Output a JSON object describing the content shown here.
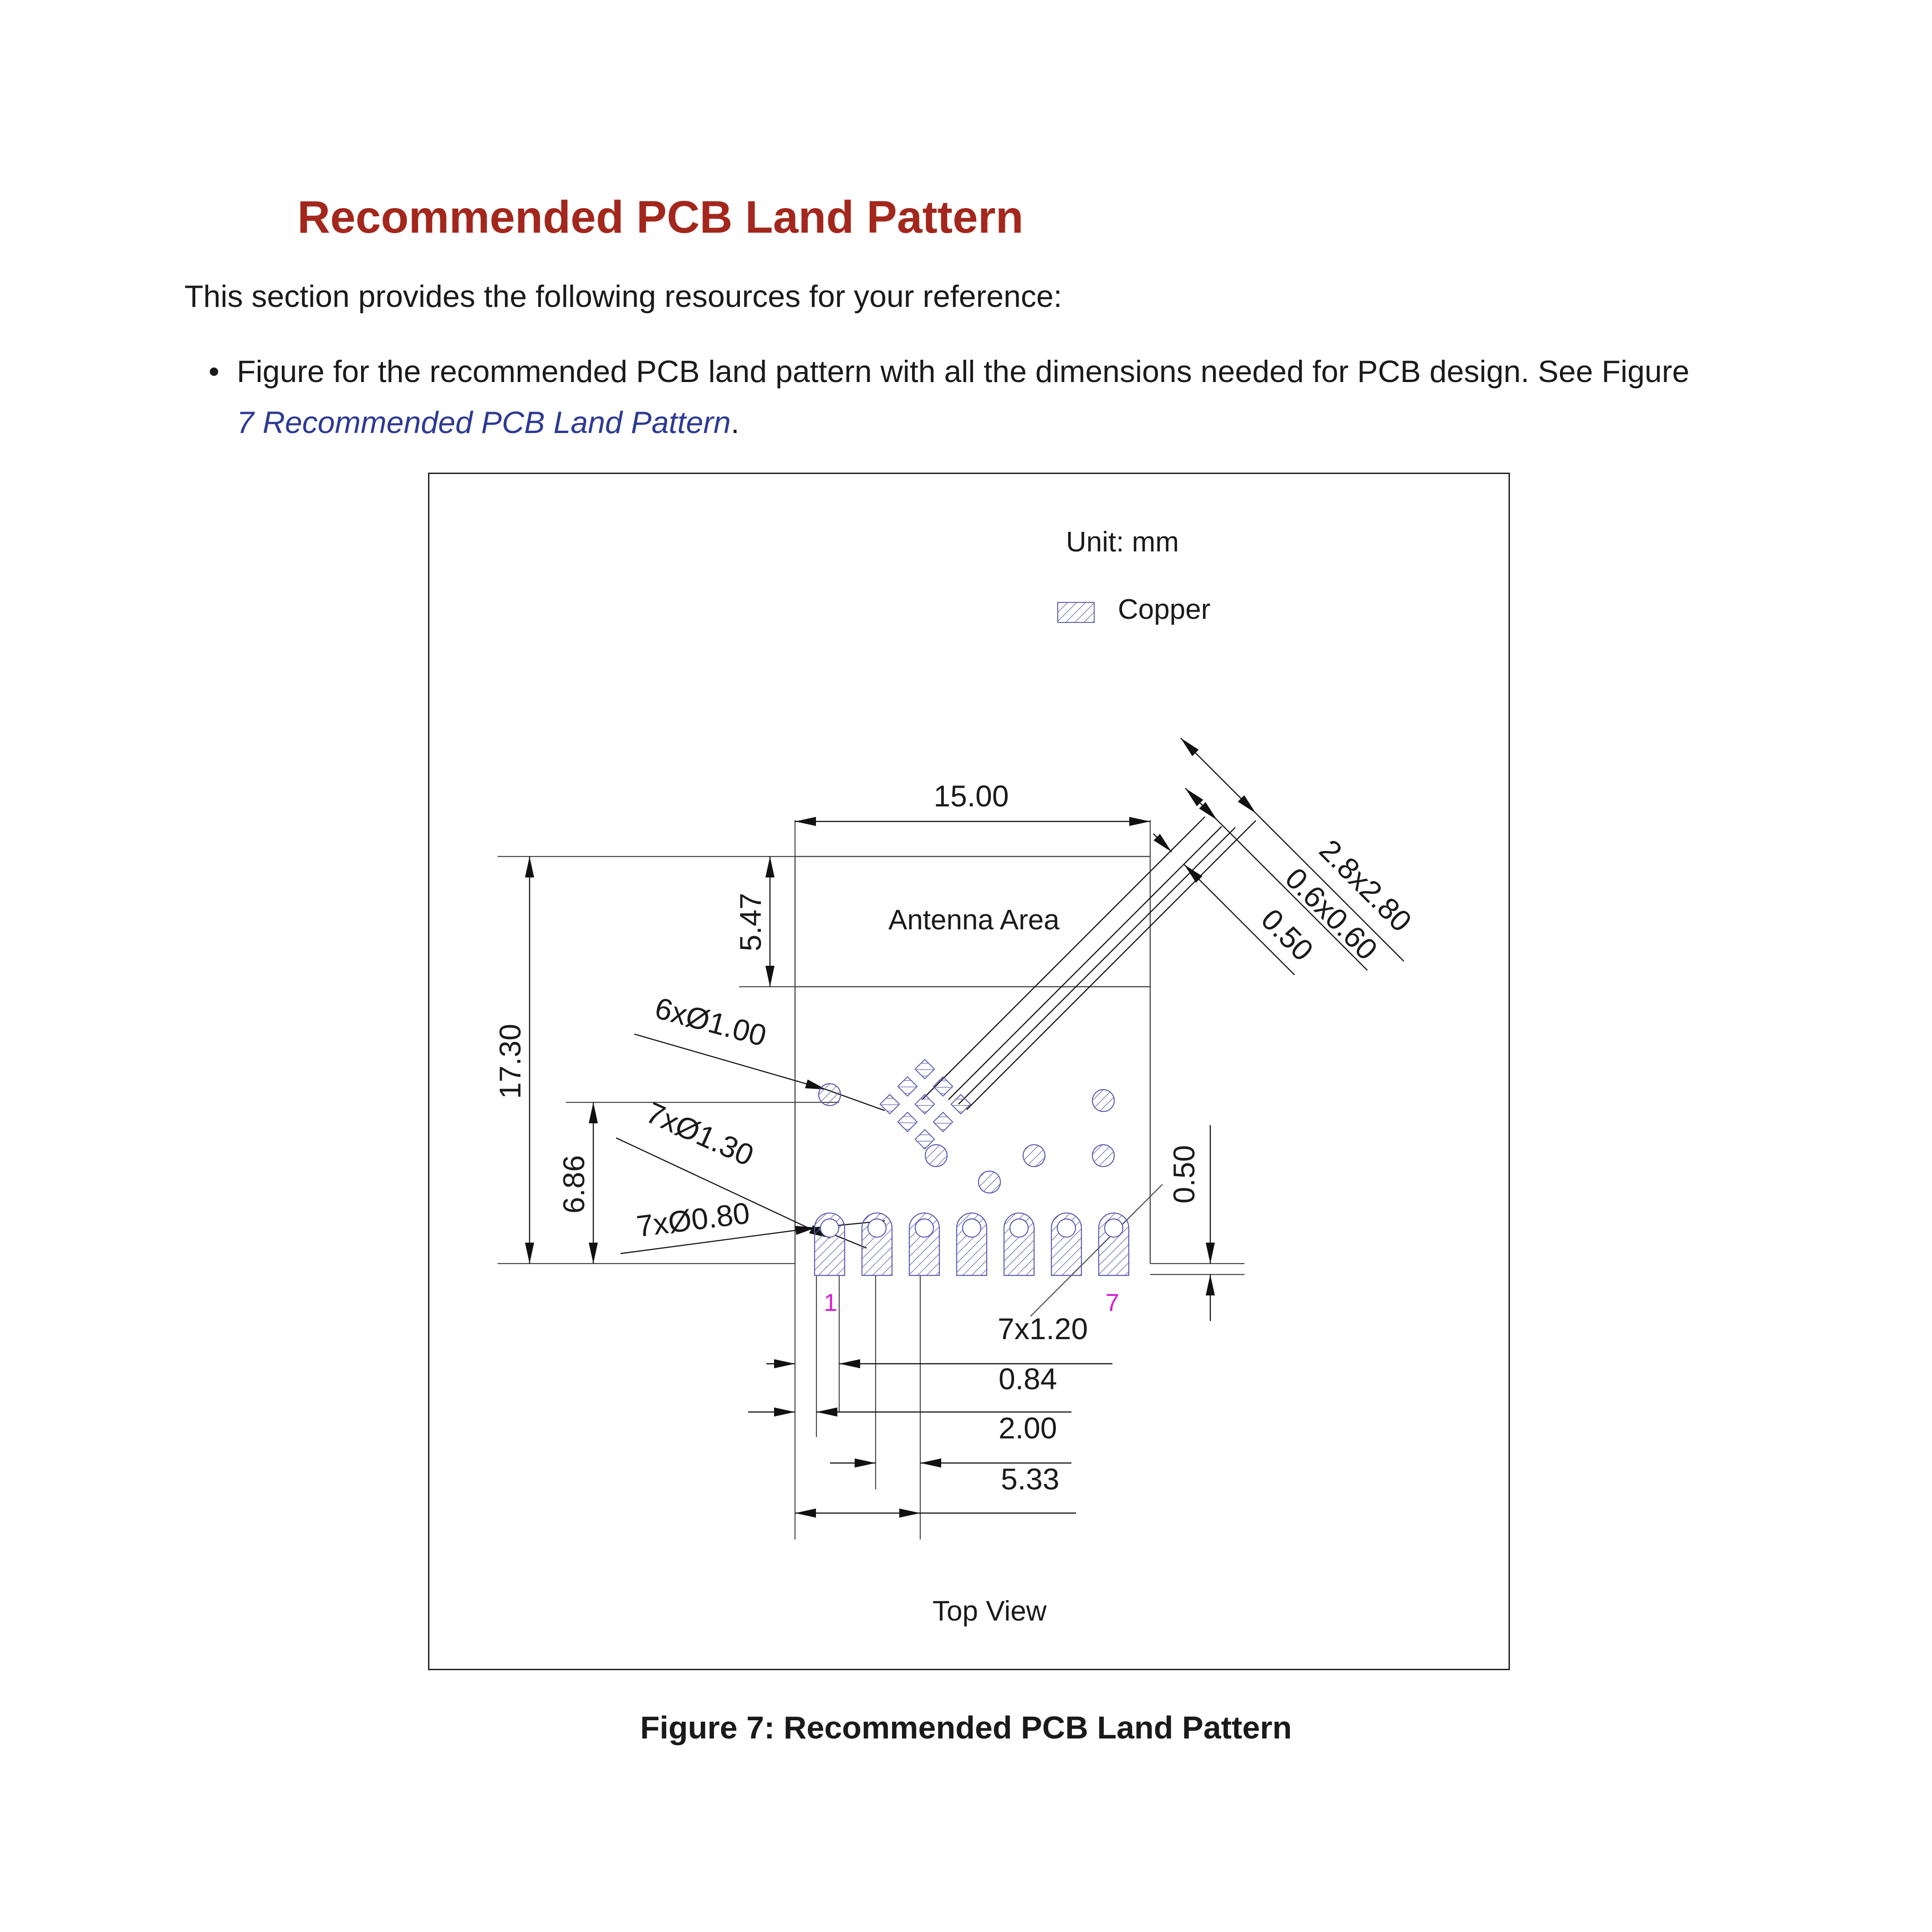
{
  "section": {
    "title": "Recommended PCB Land Pattern",
    "intro": "This section provides the following resources for your reference:",
    "bullets": [
      {
        "marker": "•",
        "text_before": "Figure for the recommended PCB land pattern with all the dimensions needed for PCB design. See Figure",
        "link": "7 Recommended PCB Land Pattern",
        "text_after": "."
      }
    ]
  },
  "figure": {
    "unit_label": "Unit: mm",
    "legend_copper": "Copper",
    "antenna_label": "Antenna Area",
    "view_label": "Top View",
    "pin_first": "1",
    "pin_last": "7",
    "dimensions": {
      "width_total": "15.00",
      "height_total": "17.30",
      "antenna_height": "5.47",
      "thermal_height": "6.86",
      "pad_ext": "0.50",
      "vias_large": "6xØ1.00",
      "castellation_pad": "7xØ1.30",
      "castellation_hole": "7xØ0.80",
      "diag_outer": "2.8x2.80",
      "diag_mid": "0.6x0.60",
      "diag_inner": "0.50",
      "pitch": "7x1.20",
      "hole_offset": "0.84",
      "pad_spacing": "2.00",
      "pitch_span": "5.33"
    },
    "colors": {
      "copper": "#5a5aae",
      "pin_marker": "#d61ed2"
    }
  },
  "caption": "Figure 7: Recommended PCB Land Pattern"
}
